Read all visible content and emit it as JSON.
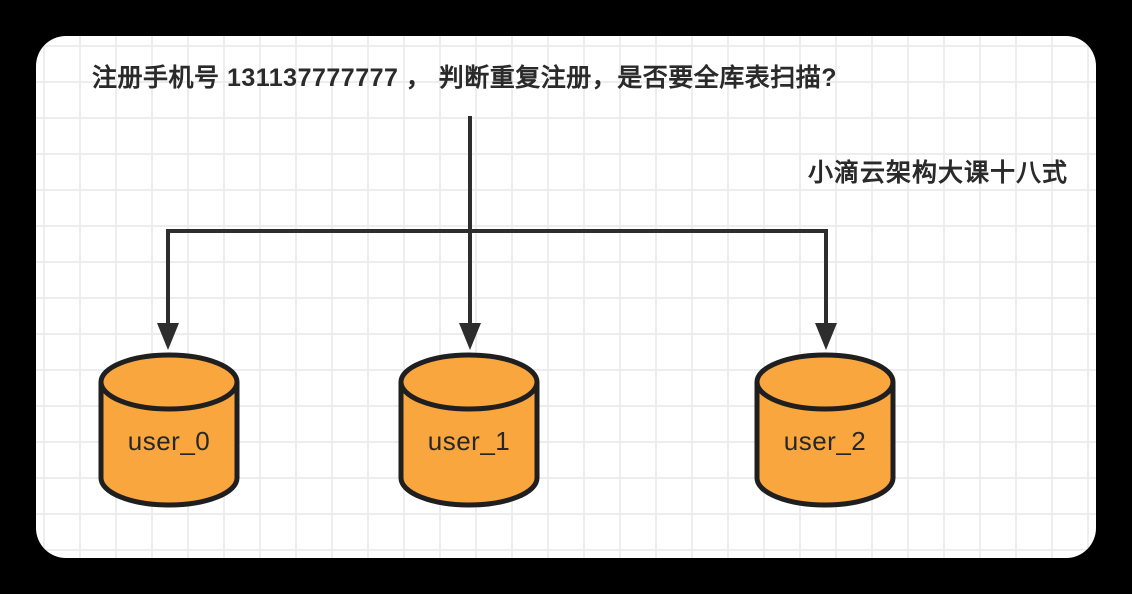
{
  "canvas": {
    "page_background": "#000000",
    "card_background": "#ffffff",
    "grid_color": "#ededed"
  },
  "question": {
    "text": "注册手机号 131137777777 ， 判断重复注册，是否要全库表扫描?"
  },
  "watermark": {
    "text": "小滴云架构大课十八式"
  },
  "diagram": {
    "databases": [
      {
        "label": "user_0"
      },
      {
        "label": "user_1"
      },
      {
        "label": "user_2"
      }
    ],
    "edges": [
      {
        "from": "question",
        "to": "user_0"
      },
      {
        "from": "question",
        "to": "user_1"
      },
      {
        "from": "question",
        "to": "user_2"
      }
    ],
    "colors": {
      "cylinder_fill": "#F9A63E",
      "cylinder_stroke": "#1F1F1F",
      "arrow_color": "#2D2D2D",
      "text_color": "#2A2A2A"
    }
  }
}
